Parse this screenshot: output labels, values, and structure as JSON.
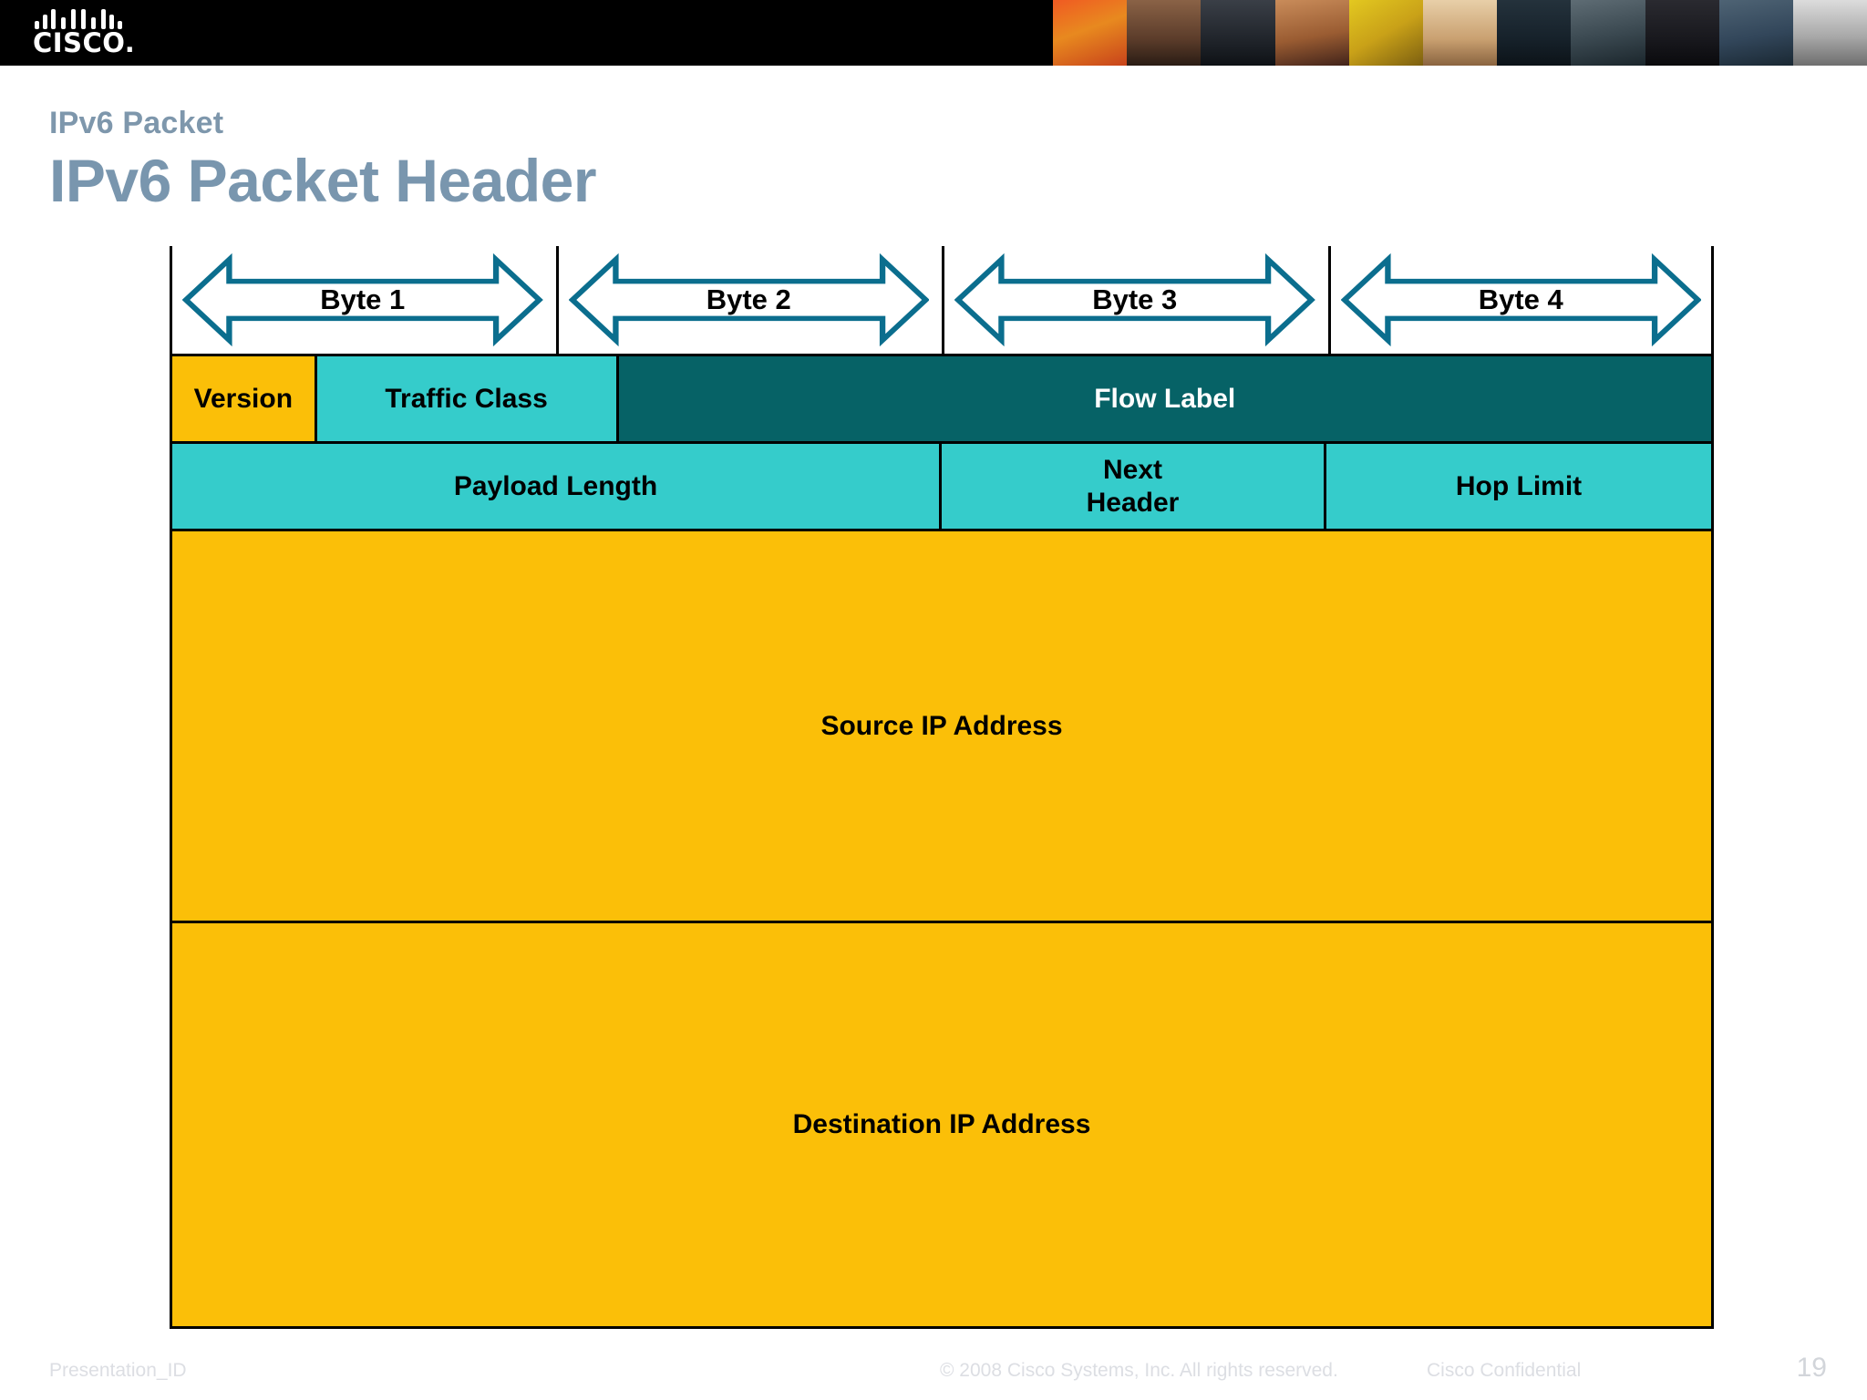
{
  "header": {
    "logo_wordmark": "CISCO.",
    "logo_name": "cisco-logo",
    "photo_strip_colors": [
      "#E8531F",
      "#C9923F",
      "#2B2B33",
      "#B97A4C",
      "#D8C021",
      "#E5C79B",
      "#1B2630",
      "#3C4A52",
      "#1A1A1E",
      "#2D4254",
      "#C9C9C9"
    ]
  },
  "title": {
    "eyebrow": "IPv6 Packet",
    "main": "IPv6 Packet Header"
  },
  "diagram": {
    "byte_labels": [
      "Byte 1",
      "Byte 2",
      "Byte 3",
      "Byte 4"
    ],
    "rows": [
      {
        "name": "row-version",
        "cells": [
          {
            "label": "Version",
            "bg": "#FBBF08",
            "fg": "#000000",
            "span": 0.094
          },
          {
            "label": "Traffic Class",
            "bg": "#35CCCB",
            "fg": "#000000",
            "span": 0.196
          },
          {
            "label": "Flow Label",
            "bg": "#066266",
            "fg": "#FFFFFF",
            "span": 0.71
          }
        ]
      },
      {
        "name": "row-payload",
        "cells": [
          {
            "label": "Payload Length",
            "bg": "#35CCCB",
            "fg": "#000000",
            "span": 0.5
          },
          {
            "label": "Next\nHeader",
            "bg": "#35CCCB",
            "fg": "#000000",
            "span": 0.25
          },
          {
            "label": "Hop Limit",
            "bg": "#35CCCB",
            "fg": "#000000",
            "span": 0.25
          }
        ]
      },
      {
        "name": "row-source",
        "cells": [
          {
            "label": "Source IP Address",
            "bg": "#FBBF08",
            "fg": "#000000",
            "span": 1.0
          }
        ]
      },
      {
        "name": "row-destination",
        "cells": [
          {
            "label": "Destination IP Address",
            "bg": "#FBBF08",
            "fg": "#000000",
            "span": 1.0
          }
        ]
      }
    ],
    "arrow_stroke": "#0B6E8E"
  },
  "footer": {
    "presentation_id": "Presentation_ID",
    "copyright": "© 2008 Cisco Systems, Inc. All rights reserved.",
    "confidential": "Cisco Confidential",
    "page_number": "19"
  }
}
